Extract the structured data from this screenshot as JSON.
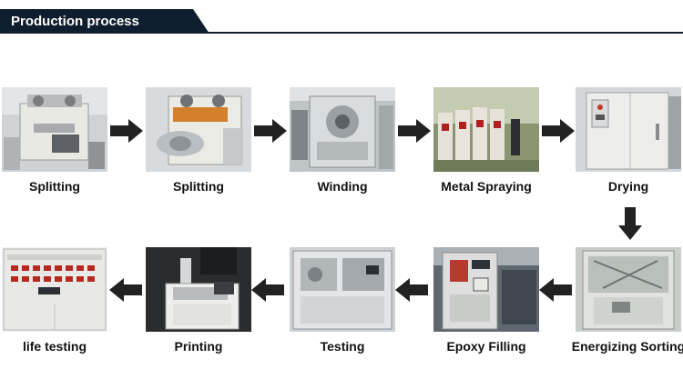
{
  "header": {
    "title": "Production process"
  },
  "steps_row1": [
    {
      "label": "Splitting"
    },
    {
      "label": "Splitting"
    },
    {
      "label": "Winding"
    },
    {
      "label": "Metal Spraying"
    },
    {
      "label": "Drying"
    }
  ],
  "steps_row2": [
    {
      "label": "Energizing Sorting"
    },
    {
      "label": "Epoxy Filling"
    },
    {
      "label": "Testing"
    },
    {
      "label": "Printing"
    },
    {
      "label": "life testing"
    }
  ],
  "colors": {
    "header_bg": "#0f1e2e",
    "arrow": "#222222"
  }
}
